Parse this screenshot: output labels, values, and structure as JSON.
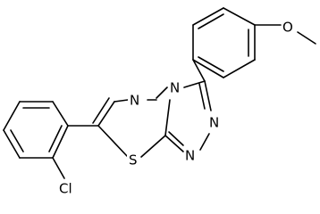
{
  "molecule": {
    "labels": {
      "n_ring_bridge": "N",
      "n_ring_fused": "N",
      "n_triazole_upper": "N",
      "n_triazole_lower": "N",
      "s_ring": "S",
      "o_methoxy": "O",
      "cl_substituent": "Cl"
    }
  }
}
